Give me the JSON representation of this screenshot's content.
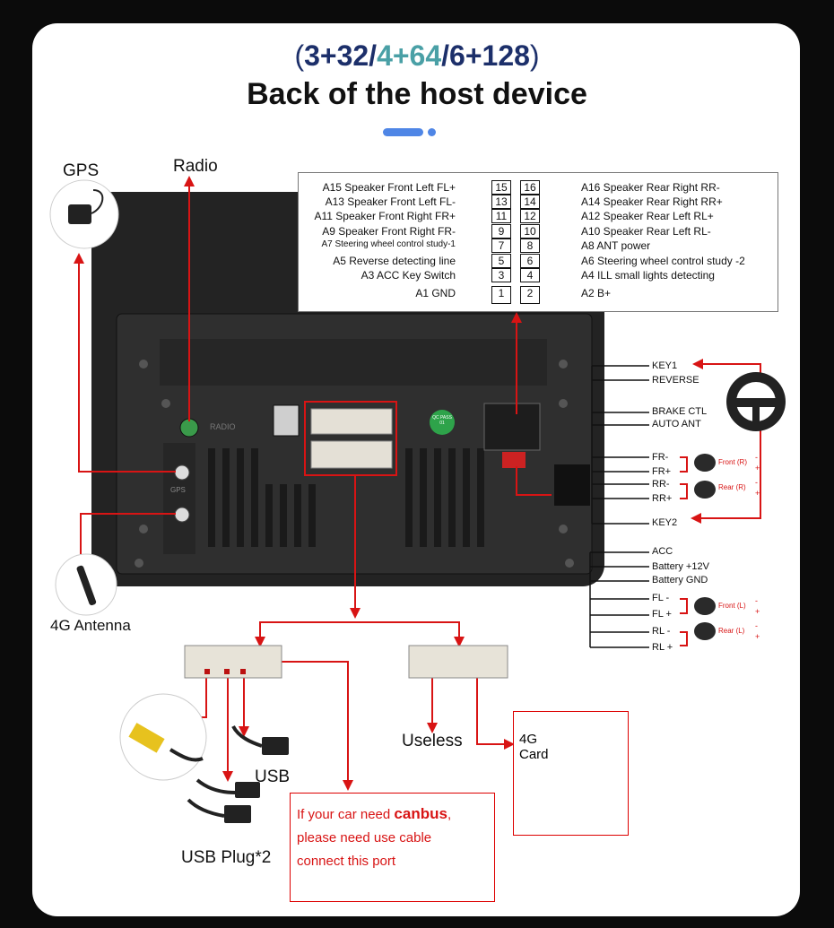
{
  "header": {
    "prefix": "(",
    "parts": [
      {
        "text": "3+32",
        "color": "#1c2f6a"
      },
      {
        "text": "/",
        "color": "#1c2f6a"
      },
      {
        "text": "4+64",
        "color": "#4aa0a6"
      },
      {
        "text": "/",
        "color": "#1c2f6a"
      },
      {
        "text": "6+128",
        "color": "#1c2f6a"
      }
    ],
    "suffix": ")",
    "title": "Back of the host device"
  },
  "labels": {
    "gps": "GPS",
    "radio": "Radio",
    "antenna_4g": "4G Antenna",
    "usb": "USB",
    "usb_plug": "USB Plug*2",
    "useless": "Useless",
    "card_4g_line1": "4G",
    "card_4g_line2": "Card"
  },
  "unit_marks": {
    "radio_port": "RADIO",
    "gps_port": "GPS",
    "qc_sticker": "QC PASS 01"
  },
  "pin_table": {
    "left": [
      "A15  Speaker Front Left FL+",
      "A13  Speaker Front Left FL-",
      "A11  Speaker Front Right FR+",
      "A9    Speaker Front Right FR-",
      "A7   Steering wheel control study-1",
      "A5    Reverse detecting line",
      "A3 ACC Key Switch",
      "A1 GND"
    ],
    "right": [
      "A16 Speaker Rear Right RR-",
      "A14 Speaker Rear Right RR+",
      "A12 Speaker Rear Left RL+",
      "A10 Speaker Rear Left RL-",
      "A8   ANT power",
      "A6   Steering wheel control study -2",
      "A4   ILL small lights detecting",
      "A2   B+"
    ],
    "numbers_left": [
      "15",
      "13",
      "11",
      "9",
      "7",
      "5",
      "3",
      "1"
    ],
    "numbers_right": [
      "16",
      "14",
      "12",
      "10",
      "8",
      "6",
      "4",
      "2"
    ]
  },
  "wires": {
    "top": [
      "KEY1",
      "REVERSE",
      "BRAKE CTL",
      "AUTO ANT",
      "FR-",
      "FR+",
      "RR-",
      "RR+",
      "KEY2"
    ],
    "bottom": [
      "ACC",
      "Battery +12V",
      "Battery GND",
      "FL -",
      "FL +",
      "RL -",
      "RL +"
    ],
    "speakers": [
      {
        "label": "Front (R)",
        "minus": "-",
        "plus": "+"
      },
      {
        "label": "Rear (R)",
        "minus": "-",
        "plus": "+"
      },
      {
        "label": "Front (L)",
        "minus": "-",
        "plus": "+"
      },
      {
        "label": "Rear (L)",
        "minus": "-",
        "plus": "+"
      }
    ]
  },
  "canbus": {
    "line1_a": "If your car need ",
    "line1_b": "canbus",
    "line1_c": ",",
    "line2": "please need use cable",
    "line3": "connect this port"
  },
  "colors": {
    "accent_red": "#d81414",
    "pill_blue": "#4f86e6",
    "device_dark": "#2a2a2a"
  }
}
